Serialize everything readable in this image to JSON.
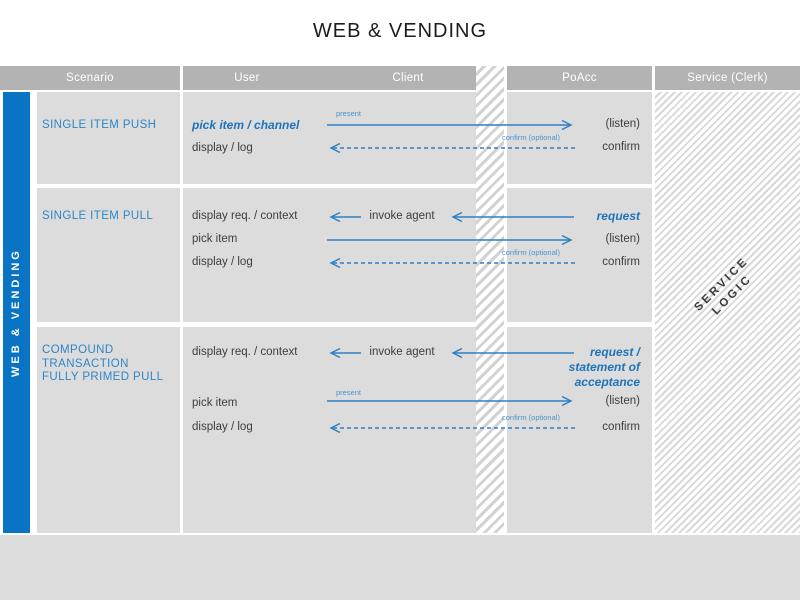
{
  "title": "WEB & VENDING",
  "header": {
    "scenario": "Scenario",
    "user": "User",
    "client": "Client",
    "poacc": "PoAcc",
    "service": "Service (Clerk)"
  },
  "sidebar_label": "WEB & VENDING",
  "service_logic": {
    "line1": "SERVICE",
    "line2": "LOGIC"
  },
  "colors": {
    "sidebar_blue": "#0a74c4",
    "accent_blue": "#2e86c8",
    "arrow_blue": "#2e7fc3",
    "strong_blue": "#1e73bb",
    "header_gray": "#b3b3b3",
    "panel_gray": "#dcdcdc"
  },
  "rows": [
    {
      "scenario": [
        "SINGLE ITEM PUSH"
      ],
      "lines": [
        {
          "user": "pick item / channel",
          "label": "present",
          "poacc": "(listen)"
        },
        {
          "user": "display / log",
          "label": "confirm (optional)",
          "poacc": "confirm"
        }
      ]
    },
    {
      "scenario": [
        "SINGLE ITEM PULL"
      ],
      "lines": [
        {
          "user": "display req. / context",
          "client": "invoke agent",
          "poacc": "request"
        },
        {
          "user": "pick item",
          "poacc": "(listen)"
        },
        {
          "user": "display / log",
          "label": "confirm (optional)",
          "poacc": "confirm"
        }
      ]
    },
    {
      "scenario": [
        "COMPOUND",
        "TRANSACTION",
        "FULLY PRIMED PULL"
      ],
      "lines": [
        {
          "user": "display req. / context",
          "client": "invoke agent",
          "poacc": [
            "request /",
            "statement of",
            "acceptance"
          ]
        },
        {
          "user": "pick item",
          "label": "present",
          "poacc": "(listen)"
        },
        {
          "user": "display / log",
          "label": "confirm (optional)",
          "poacc": "confirm"
        }
      ]
    }
  ]
}
